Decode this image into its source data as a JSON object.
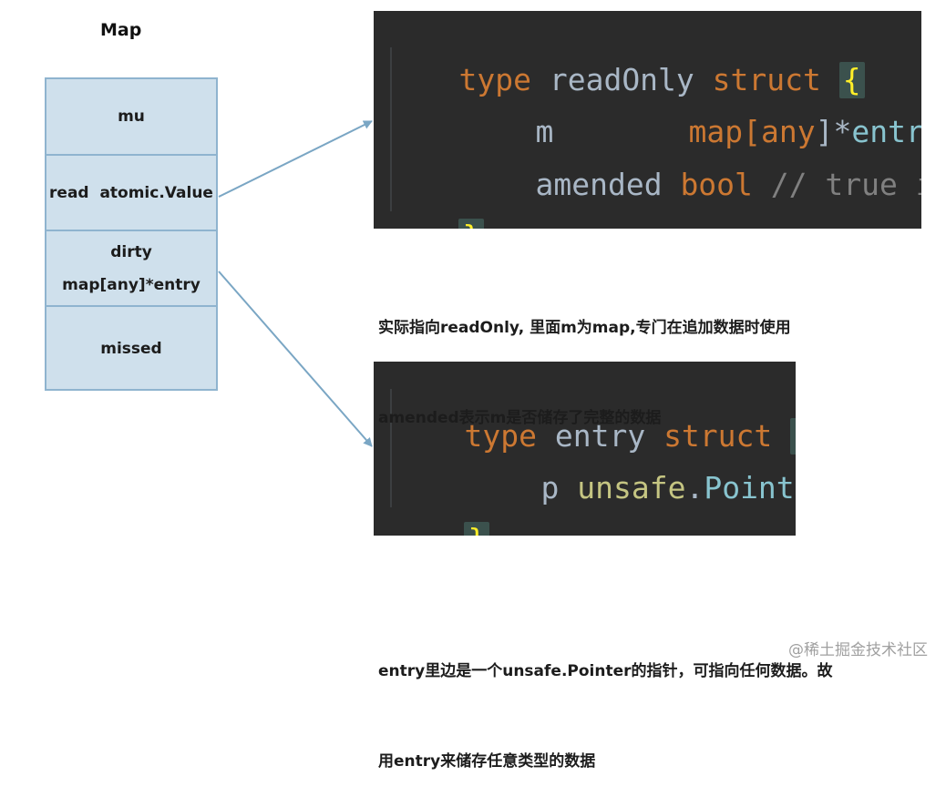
{
  "diagram": {
    "title": "Map",
    "fields": [
      {
        "line1": "mu",
        "line2": ""
      },
      {
        "line1": "read  atomic.Value",
        "line2": ""
      },
      {
        "line1": "dirty",
        "line2": "map[any]*entry"
      },
      {
        "line1": "missed",
        "line2": ""
      }
    ]
  },
  "code_readonly": {
    "line1": {
      "kw1": "type",
      "name": "readOnly",
      "kw2": "struct",
      "brace": "{"
    },
    "line2": {
      "field": "m",
      "type_open": "map[",
      "type_kw": "any",
      "type_close": "]*",
      "type_name": "entry"
    },
    "line3": {
      "field": "amended",
      "type": "bool",
      "comment": "// true if"
    },
    "line4": {
      "brace": "}"
    }
  },
  "code_entry": {
    "line1": {
      "kw1": "type",
      "name": "entry",
      "kw2": "struct",
      "brace": "{"
    },
    "line2": {
      "field": "p",
      "pkg": "unsafe",
      "dot": ".",
      "type": "Pointer"
    },
    "line3": {
      "brace": "}"
    }
  },
  "notes": {
    "readonly_line1": "实际指向readOnly, 里面m为map,专门在追加数据时使用",
    "readonly_line2": "amended表示m是否储存了完整的数据",
    "entry_line1": "entry里边是一个unsafe.Pointer的指针，可指向任何数据。故",
    "entry_line2": "用entry来储存任意类型的数据"
  },
  "watermark": "@稀土掘金技术社区",
  "colors": {
    "box_fill": "#cfe0ec",
    "box_border": "#8fb4cf",
    "arrow": "#7aa6c4",
    "code_bg": "#2b2b2b",
    "keyword": "#cc7832",
    "brace": "#ffef28"
  }
}
